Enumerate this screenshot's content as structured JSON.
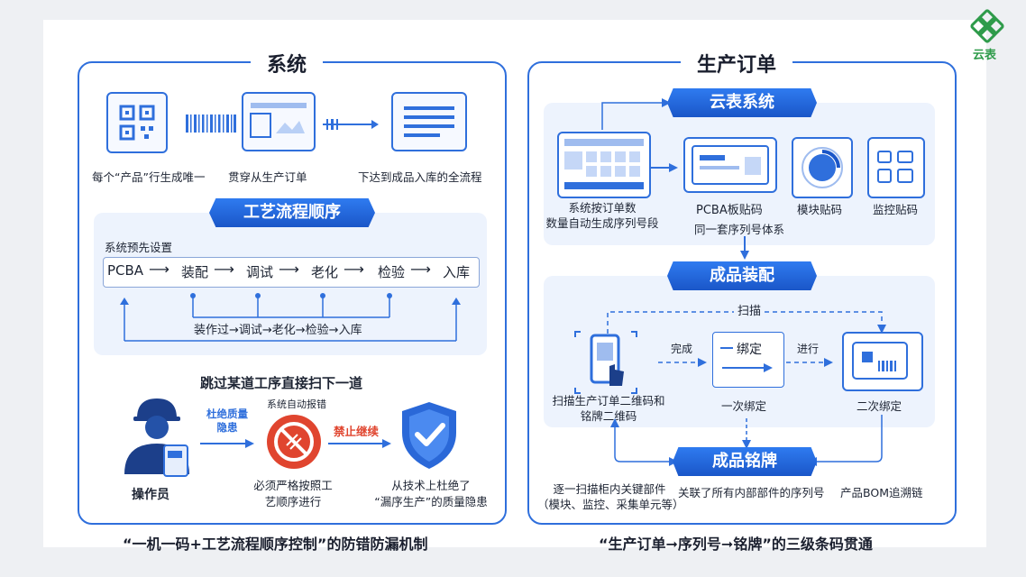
{
  "logo": {
    "text": "云表"
  },
  "left": {
    "title": "系统",
    "top_labels": [
      "每个“产品”行生成唯一",
      "贯穿从生产订单",
      "下达到成品入库的全流程"
    ],
    "process_banner": "工艺流程顺序",
    "preset_label": "系统预先设置",
    "flow_steps": [
      "PCBA",
      "装配",
      "调试",
      "老化",
      "检验",
      "入库"
    ],
    "loop_text": "装作过→调试→老化→检验→入库",
    "skip_heading": "跳过某道工序直接扫下一道",
    "operator_label": "操作员",
    "eliminate_label": "杜绝质量隐患",
    "auto_error": "系统自动报错",
    "forbid_label": "禁止继续",
    "must_text": [
      "必须严格按照工",
      "艺顺序进行"
    ],
    "tech_text": [
      "从技术上杜绝了",
      "“漏序生产”的质量隐患"
    ],
    "caption": "“一机一码+工艺流程顺序控制”的防错防漏机制"
  },
  "right": {
    "title": "生产订单",
    "banner1": "云表系统",
    "order_label": [
      "系统按订单数",
      "数量自动生成序列号段"
    ],
    "pcba_label": "PCBA板贴码",
    "module_label": "模块贴码",
    "monitor_label": "监控贴码",
    "same_system": "同一套序列号体系",
    "banner2": "成品装配",
    "scan_label": "扫描",
    "complete_label": "完成",
    "proceed_label": "进行",
    "bind_box_text": "绑定",
    "scan_order_label": [
      "扫描生产订单二维码和",
      "铭牌二维码"
    ],
    "first_bind": "一次绑定",
    "second_bind": "二次绑定",
    "banner3": "成品铭牌",
    "bottom_left": [
      "逐一扫描柜内关键部件",
      "（模块、监控、采集单元等）"
    ],
    "bottom_mid": "关联了所有内部部件的序列号",
    "bottom_right": "产品BOM追溯链",
    "caption": "“生产订单➞序列号➞铭牌”的三级条码贯通"
  },
  "colors": {
    "accent": "#2f6fdc",
    "banner": "#1a56c8",
    "danger": "#e0452f",
    "logo": "#2e9b4a"
  }
}
